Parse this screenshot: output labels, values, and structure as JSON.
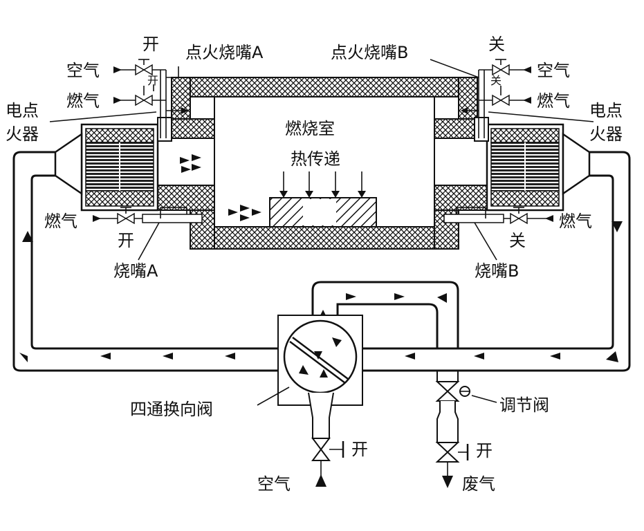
{
  "labels": {
    "open_top_left": "开",
    "valve_char_left": "开",
    "igniter_a": "点火烧嘴A",
    "igniter_b": "点火烧嘴B",
    "close_top_right": "关",
    "valve_char_right": "关",
    "air_left": "空气",
    "gas_left": "燃气",
    "air_right": "空气",
    "gas_right": "燃气",
    "elec_left_1": "电点",
    "elec_left_2": "火器",
    "elec_right_1": "电点",
    "elec_right_2": "火器",
    "chamber": "燃烧室",
    "heat": "热传递",
    "gas_burner_left": "燃气",
    "open_burner_left": "开",
    "burner_a": "烧嘴A",
    "gas_burner_right": "燃气",
    "close_burner_right": "关",
    "burner_b": "烧嘴B",
    "four_way": "四通换向阀",
    "reg_valve": "调节阀",
    "open_air_valve": "开",
    "open_waste_valve": "开",
    "air_in": "空气",
    "waste_gas": "废气"
  },
  "colors": {
    "line": "#111111",
    "background": "#ffffff"
  }
}
